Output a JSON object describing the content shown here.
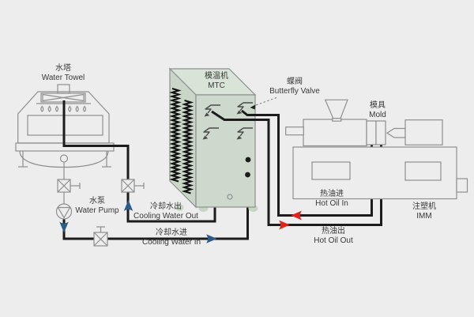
{
  "diagram": {
    "type": "process-schematic",
    "labels": {
      "water_tower": {
        "zh": "水塔",
        "en": "Water Towel"
      },
      "mtc": {
        "zh": "模温机",
        "en": "MTC"
      },
      "butterfly_valve": {
        "zh": "蝶阀",
        "en": "Butterfly Valve"
      },
      "mold": {
        "zh": "模具",
        "en": "Mold"
      },
      "water_pump": {
        "zh": "水泵",
        "en": "Water Pump"
      },
      "cooling_water_out": {
        "zh": "冷却水出",
        "en": "Cooling Water Out"
      },
      "cooling_water_in": {
        "zh": "冷却水进",
        "en": "Cooling Water In"
      },
      "hot_oil_in": {
        "zh": "热油进",
        "en": "Hot Oil In"
      },
      "hot_oil_out": {
        "zh": "热油出",
        "en": "Hot Oil Out"
      },
      "imm": {
        "zh": "注塑机",
        "en": "IMM"
      }
    },
    "flows": {
      "cooling_water_in_arrow": "right-then-up-into-mtc",
      "cooling_water_out_arrow": "up-toward-tower",
      "pump_discharge_arrow": "down",
      "hot_oil_upper_line_arrow": "left",
      "hot_oil_lower_line_arrow": "right",
      "mold_left_pipe_arrow": "down",
      "mold_right_pipe_arrow": "up"
    },
    "icons": [
      "cooling-tower-icon",
      "fan-icon",
      "water-droplet-icon",
      "gate-valve-icon",
      "tee-valve-icon",
      "pump-icon",
      "butterfly-valve-icon",
      "heater-coil-icon",
      "hopper-icon",
      "nozzle-icon"
    ],
    "colors": {
      "background": "#ededed",
      "outline": "#8f8f8f",
      "pipe": "#1c1c1c",
      "mtc_front": "#cdd9cc",
      "mtc_top": "#d8e4d7",
      "mtc_side": "#c9d6c8",
      "mtc_foot": "#c5d6c4",
      "water_arrow": "#2b5c87",
      "oil_arrow": "#e32119",
      "text": "#383838",
      "glyph": "#4a4a4a"
    }
  }
}
